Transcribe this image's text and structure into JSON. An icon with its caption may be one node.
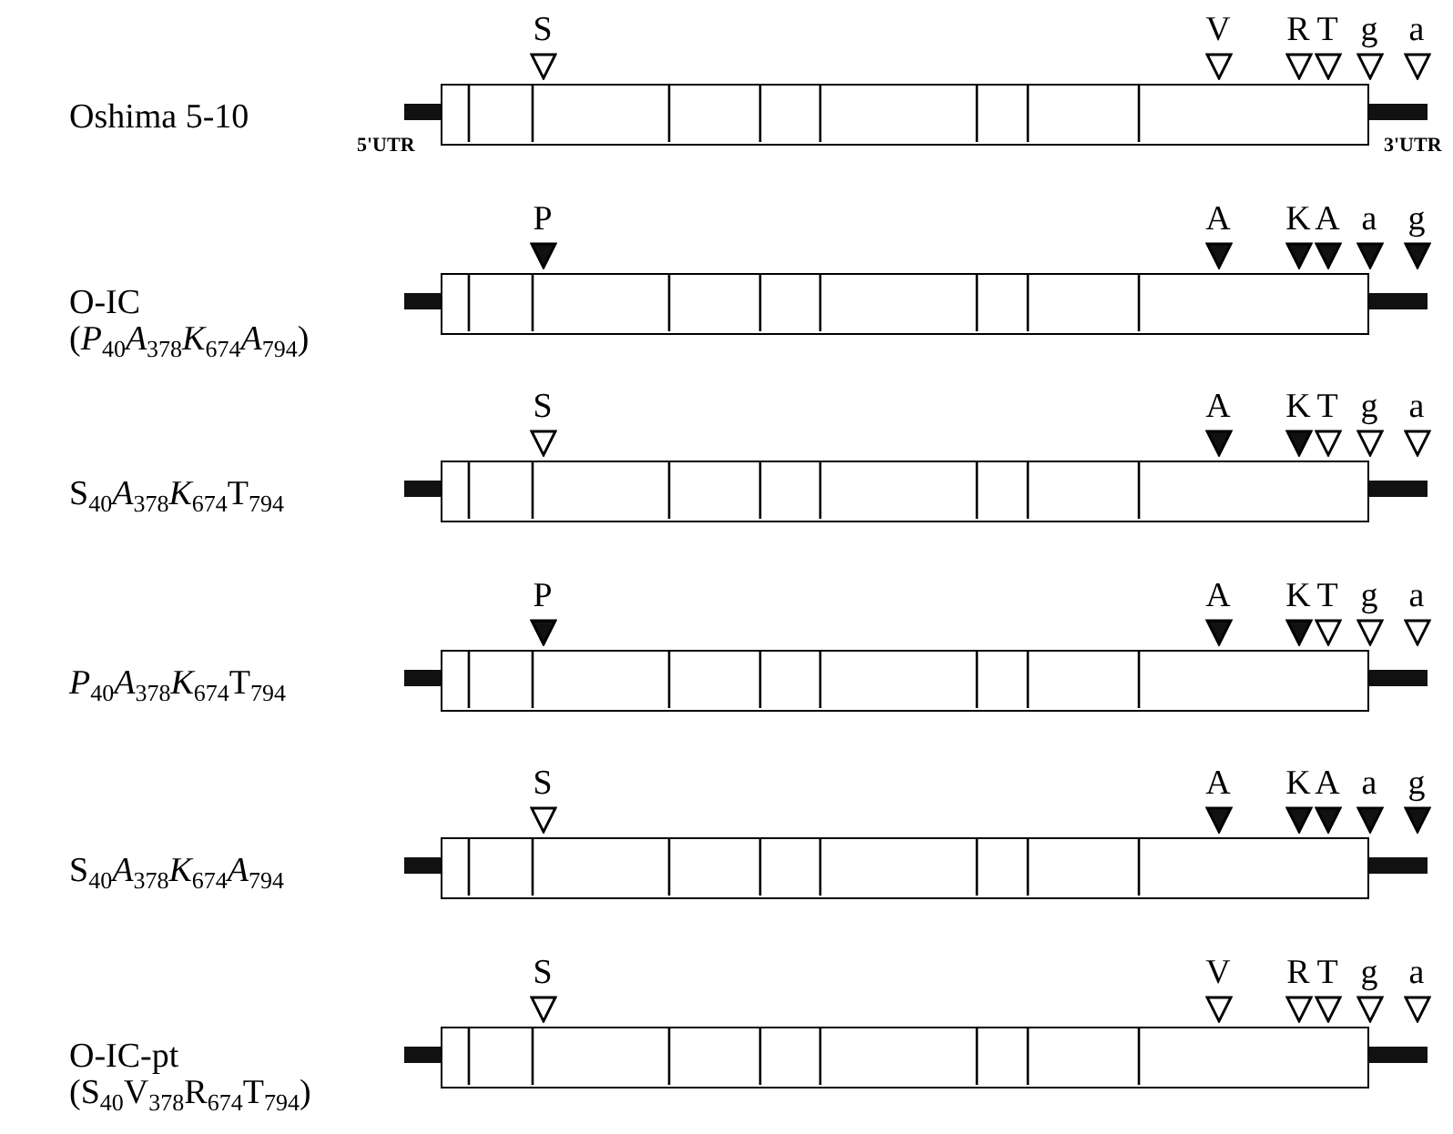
{
  "diagram": {
    "nodes": [
      {
        "text": [],
        "shape": "bar"
      },
      {
        "text": [],
        "shape": "bar"
      },
      {
        "text": [],
        "shape": "bar"
      },
      {
        "text": [],
        "shape": "bar"
      },
      {
        "text": [],
        "shape": "bar"
      },
      {
        "text": [],
        "shape": "bar"
      }
    ],
    "labels": [
      "S",
      "V",
      "R",
      "T",
      "g",
      "a",
      "Oshima 5-10",
      "5'UTR",
      "3'UTR",
      "P",
      "A",
      "K",
      "A",
      "a",
      "g",
      "O-IC",
      "(*P*$_{40}$*A*$_{378}$*K*$_{674}$*A*$_{794}$)",
      "S",
      "A",
      "K",
      "T",
      "g",
      "a",
      "S$_{40}$*A*$_{378}$*K*$_{674}$T$_{794}$",
      "P",
      "A",
      "K",
      "T",
      "g",
      "a",
      "*P*$_{40}$*A*$_{378}$*K*$_{674}$T$_{794}$",
      "S",
      "A",
      "K",
      "A",
      "a",
      "g",
      "S$_{40}$*A*$_{378}$*K*$_{674}$*A*$_{794}$",
      "S",
      "V",
      "R",
      "T",
      "g",
      "a",
      "O-IC-pt",
      "(S$_{40}$V$_{378}$R$_{674}$T$_{794}$)"
    ]
  }
}
